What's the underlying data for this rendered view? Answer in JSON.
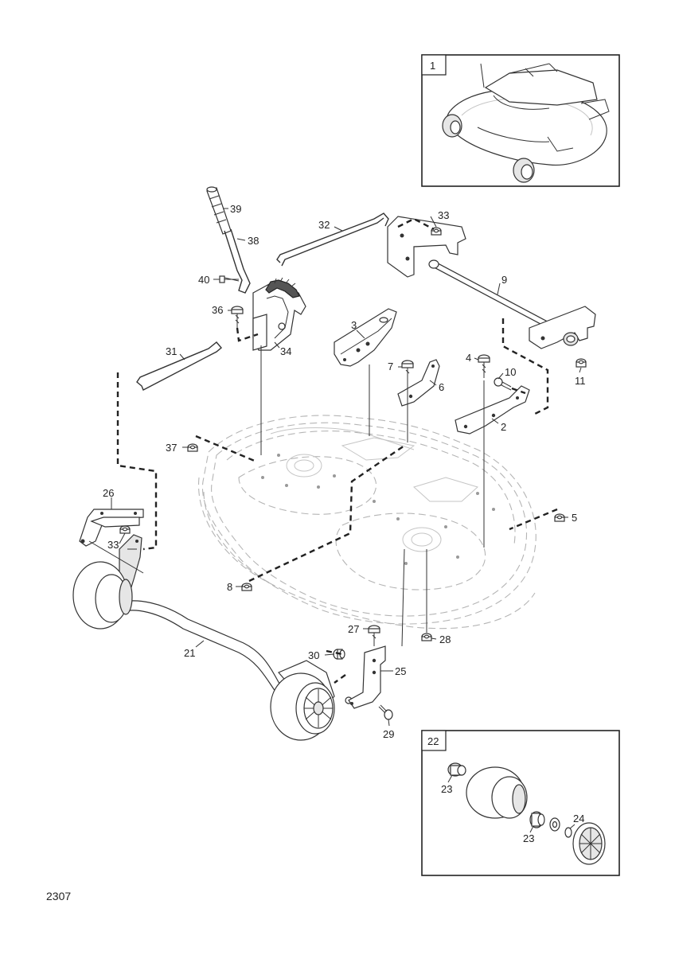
{
  "callouts": [
    {
      "id": "c1",
      "label": "1"
    },
    {
      "id": "c39",
      "label": "39"
    },
    {
      "id": "c32",
      "label": "32"
    },
    {
      "id": "c33a",
      "label": "33"
    },
    {
      "id": "c38",
      "label": "38"
    },
    {
      "id": "c40",
      "label": "40"
    },
    {
      "id": "c9",
      "label": "9"
    },
    {
      "id": "c36",
      "label": "36"
    },
    {
      "id": "c3",
      "label": "3"
    },
    {
      "id": "c34",
      "label": "34"
    },
    {
      "id": "c31",
      "label": "31"
    },
    {
      "id": "c4",
      "label": "4"
    },
    {
      "id": "c11",
      "label": "11"
    },
    {
      "id": "c7",
      "label": "7"
    },
    {
      "id": "c10",
      "label": "10"
    },
    {
      "id": "c6",
      "label": "6"
    },
    {
      "id": "c2",
      "label": "2"
    },
    {
      "id": "c37",
      "label": "37"
    },
    {
      "id": "c26",
      "label": "26"
    },
    {
      "id": "c5",
      "label": "5"
    },
    {
      "id": "c33b",
      "label": "33"
    },
    {
      "id": "c8",
      "label": "8"
    },
    {
      "id": "c27",
      "label": "27"
    },
    {
      "id": "c28",
      "label": "28"
    },
    {
      "id": "c21",
      "label": "21"
    },
    {
      "id": "c30",
      "label": "30"
    },
    {
      "id": "c25",
      "label": "25"
    },
    {
      "id": "c29",
      "label": "29"
    },
    {
      "id": "c22",
      "label": "22"
    },
    {
      "id": "c23a",
      "label": "23"
    },
    {
      "id": "c24",
      "label": "24"
    },
    {
      "id": "c23b",
      "label": "23"
    }
  ],
  "footer": {
    "code": "2307"
  }
}
